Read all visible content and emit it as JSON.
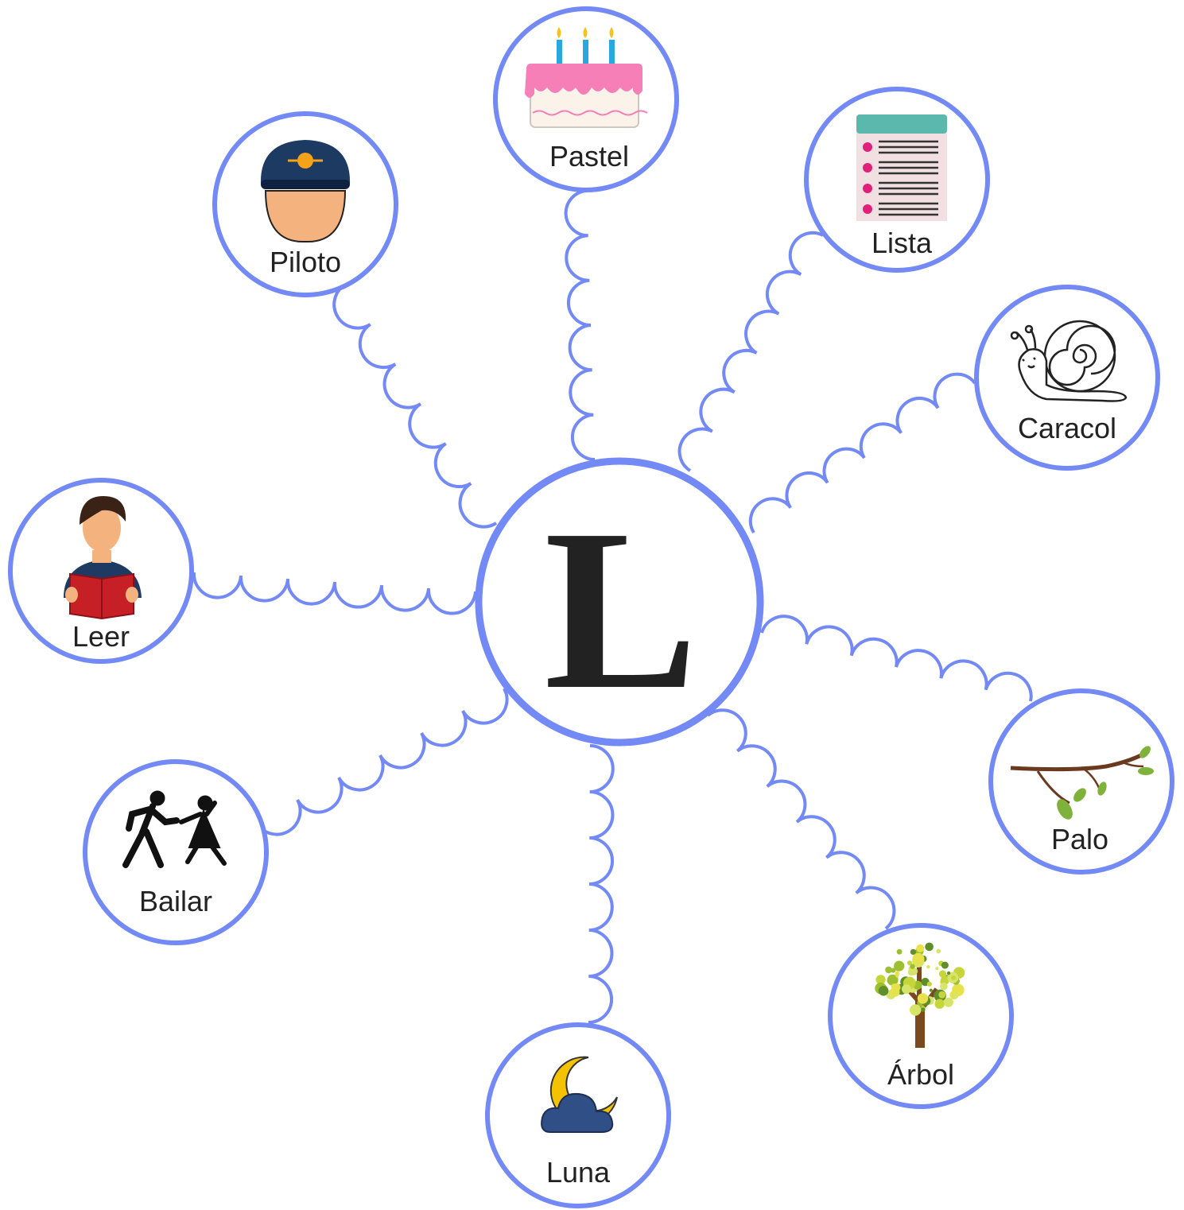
{
  "diagram": {
    "accent_color": "#7389f5",
    "center": {
      "letter": "L"
    },
    "nodes": [
      {
        "id": "pastel",
        "label": "Pastel",
        "icon": "cake-icon"
      },
      {
        "id": "lista",
        "label": "Lista",
        "icon": "checklist-icon"
      },
      {
        "id": "caracol",
        "label": "Caracol",
        "icon": "snail-icon"
      },
      {
        "id": "palo",
        "label": "Palo",
        "icon": "branch-icon"
      },
      {
        "id": "arbol",
        "label": "Árbol",
        "icon": "tree-icon"
      },
      {
        "id": "luna",
        "label": "Luna",
        "icon": "moon-cloud-icon"
      },
      {
        "id": "bailar",
        "label": "Bailar",
        "icon": "dancers-icon"
      },
      {
        "id": "leer",
        "label": "Leer",
        "icon": "reader-icon"
      },
      {
        "id": "piloto",
        "label": "Piloto",
        "icon": "pilot-icon"
      }
    ]
  }
}
